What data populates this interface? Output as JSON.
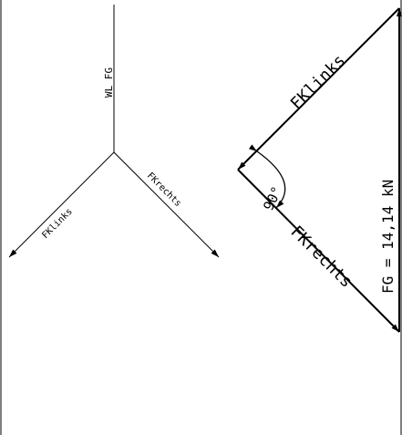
{
  "diagram": {
    "left": {
      "line_of_action_label": "WL FG",
      "left_branch_label": "FKlinks",
      "right_branch_label": "FKrechts"
    },
    "right": {
      "upper_force_label": "FKlinks",
      "lower_force_label": "FKrechts",
      "resultant_label": "FG = 14,14 kN",
      "angle_label": "90°"
    }
  },
  "colors": {
    "line": "#000000",
    "background": "#ffffff"
  }
}
